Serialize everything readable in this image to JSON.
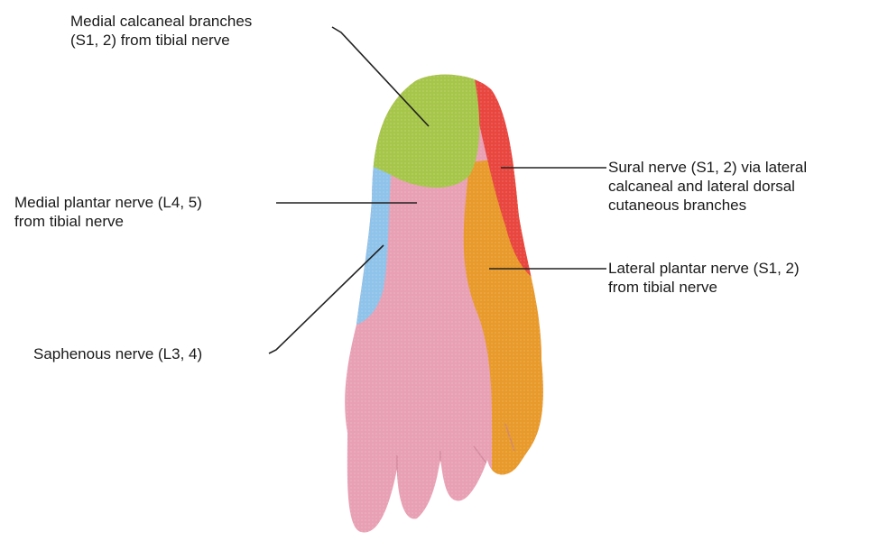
{
  "labels": {
    "medial_calcaneal": "Medial calcaneal branches\n(S1, 2) from tibial nerve",
    "medial_plantar": "Medial plantar nerve (L4, 5)\nfrom tibial nerve",
    "saphenous": "Saphenous nerve (L3, 4)",
    "sural": "Sural nerve (S1, 2) via lateral\ncalcaneal and lateral dorsal\ncutaneous branches",
    "lateral_plantar": "Lateral plantar nerve (S1, 2)\nfrom tibial nerve"
  },
  "colors": {
    "medial_calcaneal": "#a6c64a",
    "medial_plantar": "#e8a0b4",
    "saphenous": "#8fc3ea",
    "sural": "#e8463e",
    "lateral_plantar": "#e89a2a",
    "leader_line": "#222222"
  }
}
